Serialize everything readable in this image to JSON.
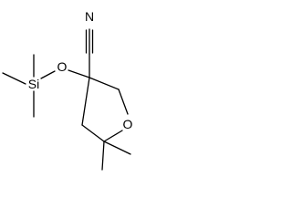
{
  "molecule": {
    "atoms": {
      "nitrogen": "N",
      "siloxy_oxygen": "O",
      "silicon": "Si",
      "ring_oxygen": "O"
    }
  },
  "colors": {
    "bond": "#000000",
    "label": "#000000",
    "background": "#ffffff"
  }
}
